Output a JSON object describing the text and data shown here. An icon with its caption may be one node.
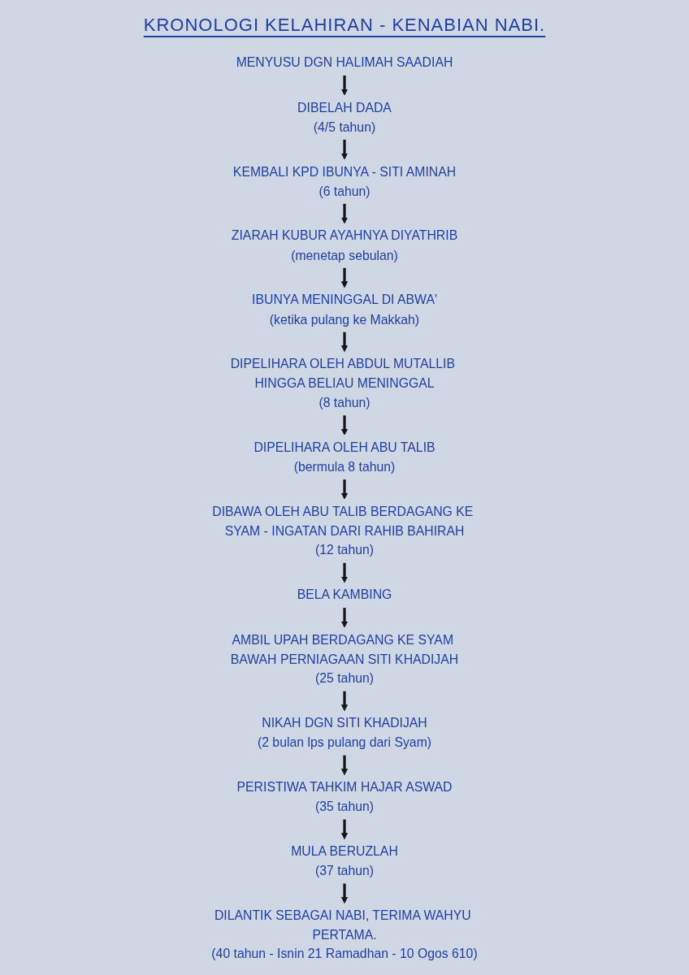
{
  "diagram": {
    "title": "KRONOLOGI KELAHIRAN - KENABIAN NABI.",
    "nodes": [
      {
        "text": [
          "MENYUSU DGN HALIMAH SAADIAH"
        ]
      },
      {
        "text": [
          "DIBELAH DADA"
        ],
        "beside": [
          "(4/5 tahun)"
        ]
      },
      {
        "text": [
          "KEMBALI KPD IBUNYA - SITI AMINAH"
        ],
        "beside": [
          "(6 tahun)"
        ]
      },
      {
        "text": [
          "ZIARAH KUBUR AYAHNYA DIYATHRIB"
        ],
        "beside": [
          "(menetap sebulan)"
        ]
      },
      {
        "text": [
          "IBUNYA MENINGGAL DI ABWA'"
        ],
        "beside": [
          "(ketika pulang ke Makkah)"
        ]
      },
      {
        "text": [
          "DIPELIHARA OLEH ABDUL MUTALLIB HINGGA BELIAU MENINGGAL"
        ],
        "beside": [
          "(8 tahun)"
        ]
      },
      {
        "text": [
          "DIPELIHARA OLEH ABU TALIB"
        ],
        "beside": [
          "(bermula 8 tahun)"
        ]
      },
      {
        "text": [
          "DIBAWA OLEH ABU TALIB BERDAGANG KE SYAM - INGATAN DARI RAHIB BAHIRAH"
        ],
        "beside": [
          "(12 tahun)"
        ]
      },
      {
        "text": [
          "BELA KAMBING"
        ]
      },
      {
        "text": [
          "AMBIL UPAH BERDAGANG KE SYAM BAWAH PERNIAGAAN SITI KHADIJAH"
        ],
        "beside": [
          "(25 tahun)"
        ]
      },
      {
        "text": [
          "NIKAH DGN SITI KHADIJAH"
        ],
        "beside": [
          "(2 bulan lps pulang dari Syam)"
        ]
      },
      {
        "text": [
          "PERISTIWA TAHKIM HAJAR ASWAD"
        ],
        "beside": [
          "(35 tahun)"
        ]
      },
      {
        "text": [
          "MULA BERUZLAH"
        ],
        "beside": [
          "(37 tahun)"
        ]
      },
      {
        "text": [
          "DILANTIK SEBAGAI NABI, TERIMA WAHYU PERTAMA."
        ],
        "beside": [
          "(40 tahun - Isnin 21 Ramadhan - 10 Ogos 610)"
        ]
      }
    ],
    "edges": [
      {
        "from": 0,
        "to": 1,
        "arrow": "to"
      },
      {
        "from": 1,
        "to": 2,
        "arrow": "to"
      },
      {
        "from": 2,
        "to": 3,
        "arrow": "to"
      },
      {
        "from": 3,
        "to": 4,
        "arrow": "to"
      },
      {
        "from": 4,
        "to": 5,
        "arrow": "to"
      },
      {
        "from": 5,
        "to": 6,
        "arrow": "to"
      },
      {
        "from": 6,
        "to": 7,
        "arrow": "to"
      },
      {
        "from": 7,
        "to": 8,
        "arrow": "to"
      },
      {
        "from": 8,
        "to": 9,
        "arrow": "to"
      },
      {
        "from": 9,
        "to": 10,
        "arrow": "to"
      },
      {
        "from": 10,
        "to": 11,
        "arrow": "to"
      },
      {
        "from": 11,
        "to": 12,
        "arrow": "to"
      },
      {
        "from": 12,
        "to": 13,
        "arrow": "to"
      }
    ]
  }
}
